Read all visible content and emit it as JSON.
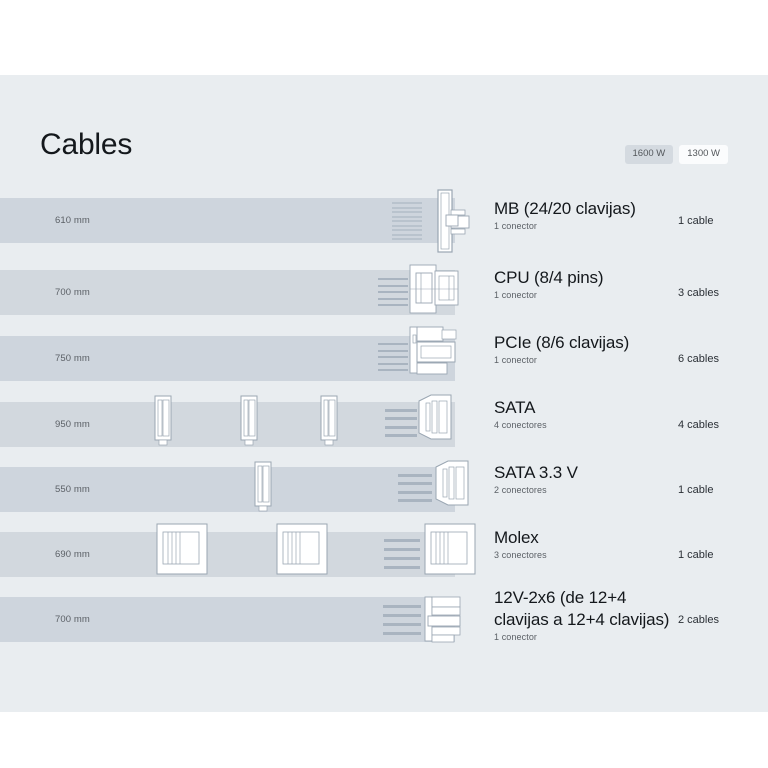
{
  "header": {
    "title": "Cables",
    "badges": [
      {
        "label": "1600 W",
        "state": "selected"
      },
      {
        "label": "1300 W",
        "state": "unselected"
      }
    ]
  },
  "colors": {
    "panel_background": "#e9edf0",
    "band": "#ced5dd",
    "band_light": "#d2d8de",
    "title_text": "#14181c",
    "muted_text": "#5b6066",
    "badge_selected_bg": "#d4dae0",
    "badge_unselected_bg": "#fbfcfd",
    "connector_stroke": "#9aa6b2",
    "connector_fill": "#ffffff",
    "ribbon_wire": "#a9b4c0"
  },
  "rows": [
    {
      "length": "610 mm",
      "title": "MB (24/20 clavijas)",
      "connectors": "1 conector",
      "count": "1 cable",
      "connector_type": "mb",
      "inline_connectors": 0
    },
    {
      "length": "700 mm",
      "title": "CPU (8/4 pins)",
      "connectors": "1 conector",
      "count": "3 cables",
      "connector_type": "cpu",
      "inline_connectors": 0
    },
    {
      "length": "750 mm",
      "title": "PCIe (8/6 clavijas)",
      "connectors": "1 conector",
      "count": "6 cables",
      "connector_type": "pcie",
      "inline_connectors": 0
    },
    {
      "length": "950 mm",
      "title": "SATA",
      "connectors": "4 conectores",
      "count": "4 cables",
      "connector_type": "sata",
      "inline_connectors": 3
    },
    {
      "length": "550 mm",
      "title": "SATA 3.3 V",
      "connectors": "2 conectores",
      "count": "1 cable",
      "connector_type": "sata",
      "inline_connectors": 1
    },
    {
      "length": "690 mm",
      "title": "Molex",
      "connectors": "3 conectores",
      "count": "1 cable",
      "connector_type": "molex",
      "inline_connectors": 2
    },
    {
      "length": "700 mm",
      "title": "12V-2x6 (de 12+4 clavijas a 12+4 clavijas)",
      "connectors": "1 conector",
      "count": "2 cables",
      "connector_type": "12v2x6",
      "inline_connectors": 0
    }
  ]
}
